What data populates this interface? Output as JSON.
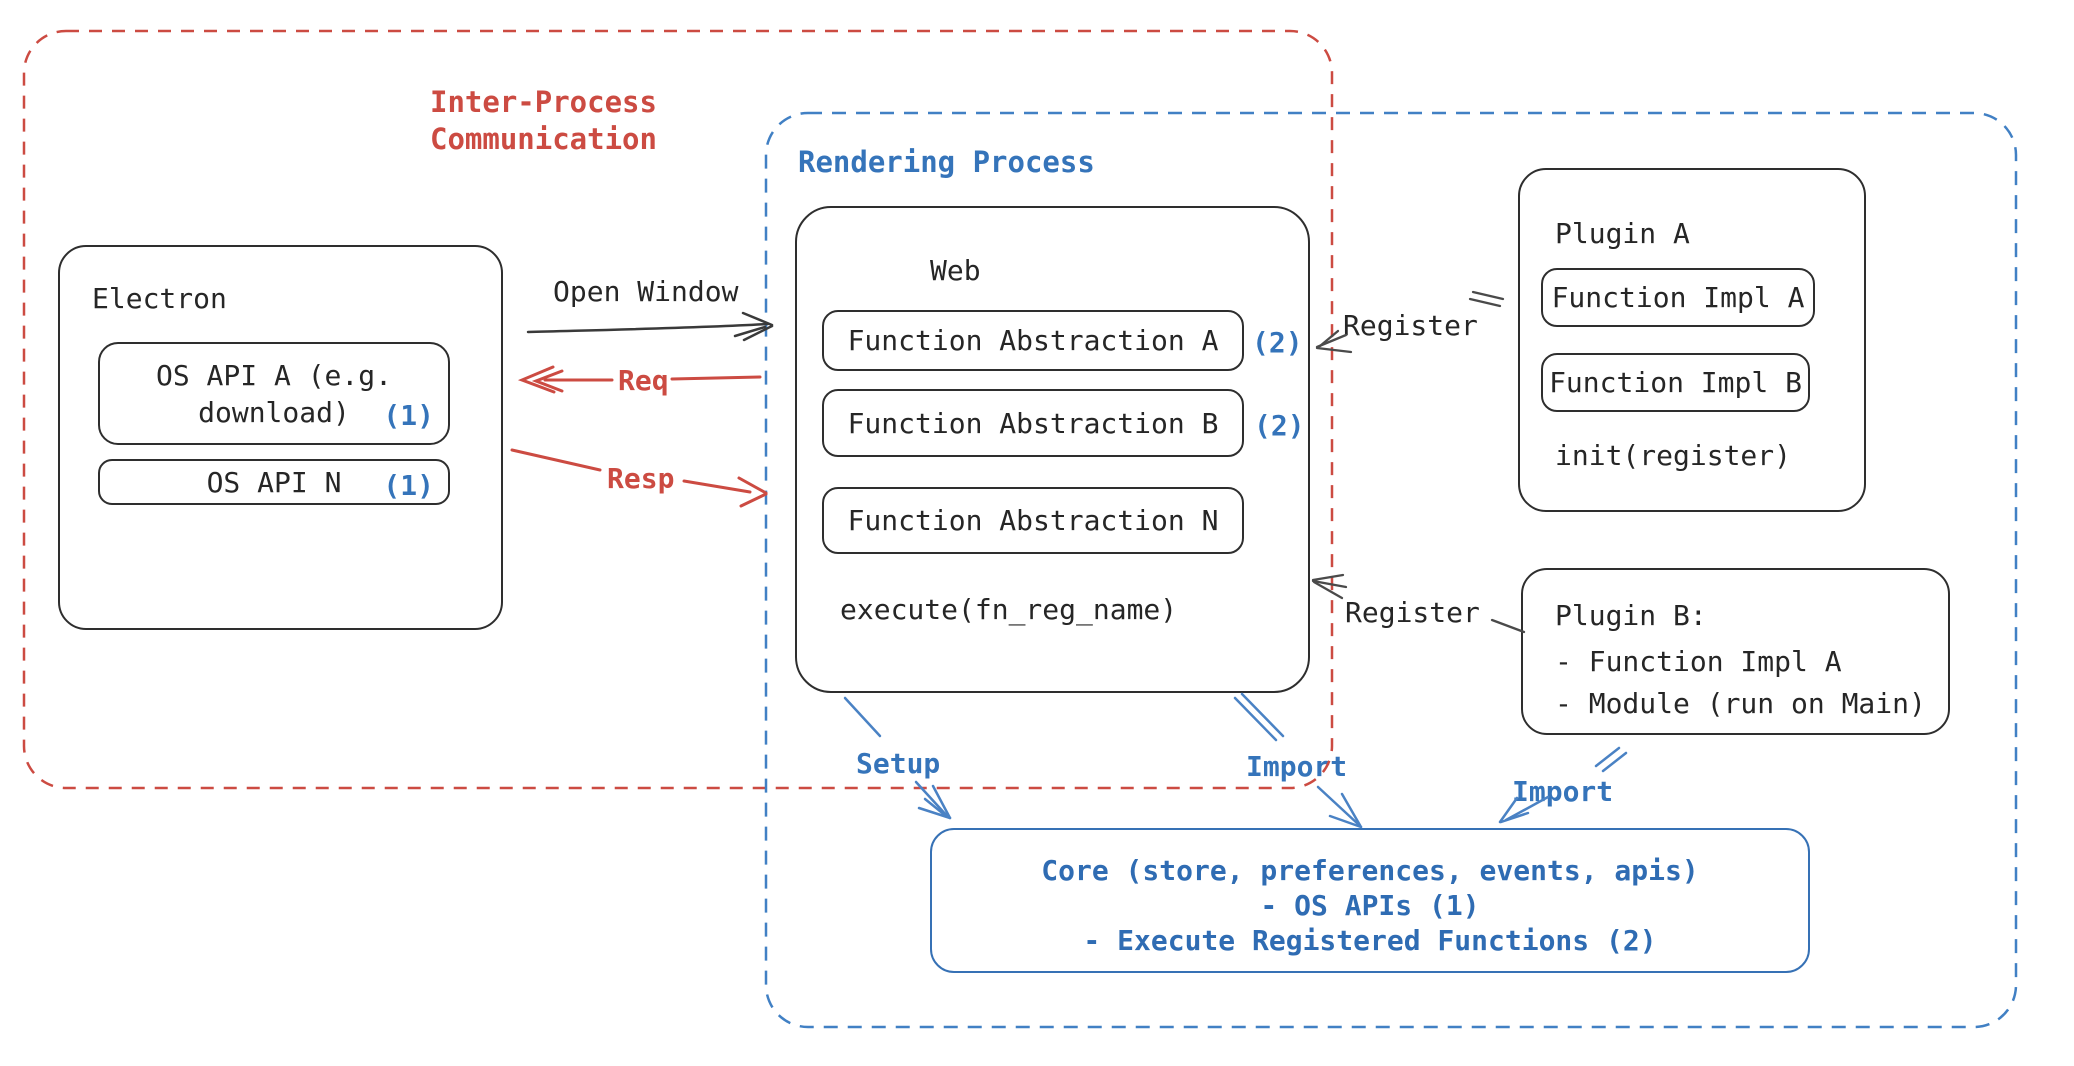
{
  "colors": {
    "red": "#cc4b42",
    "blue": "#3574ba",
    "blue_arrow": "#4a82c4",
    "ink": "#262626"
  },
  "ipc": {
    "title_line1": "Inter-Process",
    "title_line2": "Communication"
  },
  "rendering": {
    "title": "Rendering Process"
  },
  "electron": {
    "title": "Electron",
    "os_api_a_line1": "OS API A (e.g.",
    "os_api_a_line2": "download)",
    "os_api_a_badge": "(1)",
    "os_api_n_label": "OS API N",
    "os_api_n_badge": "(1)"
  },
  "web": {
    "title": "Web",
    "fn_a": "Function Abstraction A",
    "fn_a_badge": "(2)",
    "fn_b": "Function Abstraction B",
    "fn_b_badge": "(2)",
    "fn_n": "Function Abstraction N",
    "execute_label": "execute(fn_reg_name)"
  },
  "plugin_a": {
    "title": "Plugin A",
    "impl_a": "Function Impl A",
    "impl_b": "Function Impl B",
    "init_label": "init(register)"
  },
  "plugin_b": {
    "title": "Plugin B:",
    "item_1": "- Function Impl A",
    "item_2": "- Module (run on Main)"
  },
  "core": {
    "line1": "Core (store, preferences, events, apis)",
    "line2": "- OS APIs (1)",
    "line3": "- Execute Registered Functions (2)"
  },
  "arrows": {
    "open_window": "Open Window",
    "req": "Req",
    "resp": "Resp",
    "register_top": "Register",
    "register_bottom": "Register",
    "setup": "Setup",
    "import_web": "Import",
    "import_plugin": "Import"
  }
}
